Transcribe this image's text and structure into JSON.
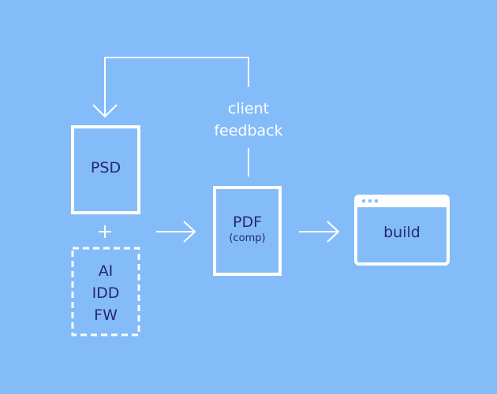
{
  "colors": {
    "background": "#84bcfa",
    "stroke": "#ffffff",
    "text": "#27296b"
  },
  "nodes": {
    "psd": {
      "label": "PSD"
    },
    "plus": {
      "label": "+"
    },
    "optional": {
      "lines": [
        "AI",
        "IDD",
        "FW"
      ]
    },
    "pdf": {
      "label": "PDF",
      "sublabel": "(comp)"
    },
    "build": {
      "label": "build"
    }
  },
  "feedback": {
    "line1": "client",
    "line2": "feedback"
  }
}
